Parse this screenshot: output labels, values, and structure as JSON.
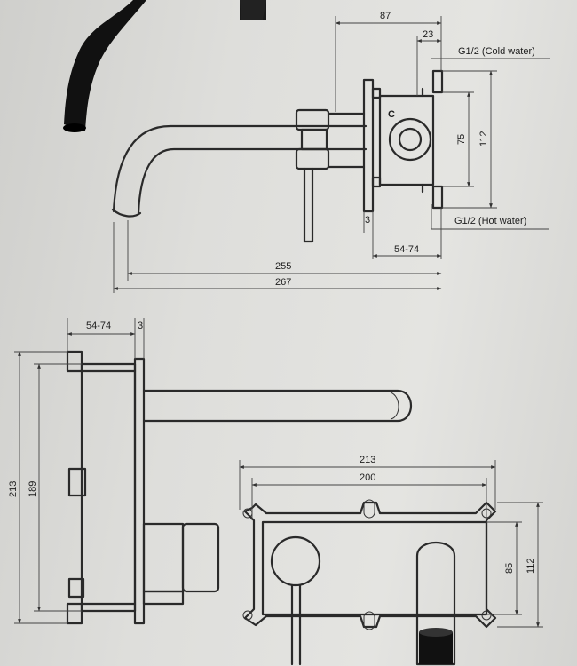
{
  "side_view": {
    "width_87": "87",
    "width_23": "23",
    "cold_label": "G1/2 (Cold water)",
    "hot_label": "G1/2 (Hot water)",
    "height_75": "75",
    "height_112": "112",
    "marker_c": "C",
    "plate_3": "3",
    "wall_54_74": "54-74",
    "length_255": "255",
    "length_267": "267"
  },
  "rear_view": {
    "wall_54_74": "54-74",
    "plate_3": "3",
    "height_213": "213",
    "height_189": "189"
  },
  "front_view": {
    "width_213": "213",
    "width_200": "200",
    "height_85": "85",
    "height_112": "112"
  }
}
